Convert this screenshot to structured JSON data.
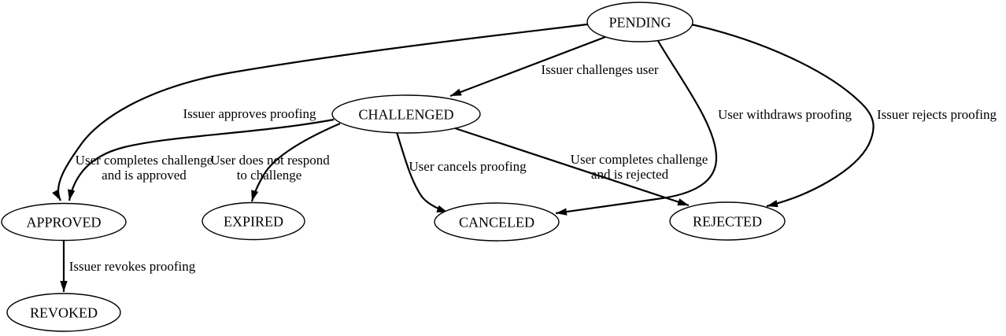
{
  "diagram": {
    "type": "state-transition-diagram",
    "colors": {
      "background": "#ffffff",
      "node_fill": "#ffffff",
      "node_stroke": "#000000",
      "edge_stroke": "#000000",
      "text": "#000000"
    },
    "nodes": [
      {
        "id": "pending",
        "label": "PENDING"
      },
      {
        "id": "challenged",
        "label": "CHALLENGED"
      },
      {
        "id": "approved",
        "label": "APPROVED"
      },
      {
        "id": "expired",
        "label": "EXPIRED"
      },
      {
        "id": "canceled",
        "label": "CANCELED"
      },
      {
        "id": "rejected",
        "label": "REJECTED"
      },
      {
        "id": "revoked",
        "label": "REVOKED"
      }
    ],
    "edges": [
      {
        "from": "PENDING",
        "to": "CHALLENGED",
        "lines": [
          "Issuer challenges user"
        ]
      },
      {
        "from": "PENDING",
        "to": "APPROVED",
        "lines": [
          "Issuer approves proofing"
        ]
      },
      {
        "from": "CHALLENGED",
        "to": "APPROVED",
        "lines": [
          "User completes challenge",
          "and is approved"
        ]
      },
      {
        "from": "CHALLENGED",
        "to": "EXPIRED",
        "lines": [
          "User does not respond",
          "to challenge"
        ]
      },
      {
        "from": "CHALLENGED",
        "to": "CANCELED",
        "lines": [
          "User cancels proofing"
        ]
      },
      {
        "from": "CHALLENGED",
        "to": "REJECTED",
        "lines": [
          "User completes challenge",
          "and is rejected"
        ]
      },
      {
        "from": "PENDING",
        "to": "CANCELED",
        "lines": [
          "User withdraws proofing"
        ]
      },
      {
        "from": "PENDING",
        "to": "REJECTED",
        "lines": [
          "Issuer rejects proofing"
        ]
      },
      {
        "from": "APPROVED",
        "to": "REVOKED",
        "lines": [
          "Issuer revokes proofing"
        ]
      }
    ]
  }
}
